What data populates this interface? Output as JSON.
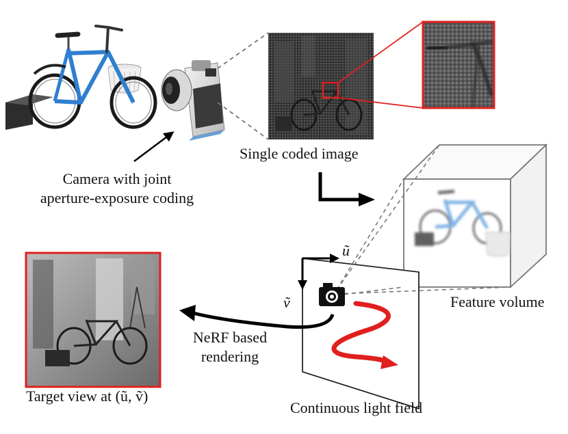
{
  "labels": {
    "coded_image": "Single coded image",
    "camera_line1": "Camera with joint",
    "camera_line2": "aperture-exposure coding",
    "feature_volume": "Feature volume",
    "nerf_line1": "NeRF based",
    "nerf_line2": "rendering",
    "target_view": "Target view at (ũ, ṽ)",
    "light_field": "Continuous light field"
  },
  "axes": {
    "u": "ũ",
    "v": "ṽ"
  },
  "colors": {
    "highlight_red": "#e0201e",
    "bike_blue": "#2f7fd0",
    "arrow_black": "#000000"
  },
  "icons": {
    "bicycle": "bicycle-icon",
    "camera": "camera-icon",
    "small_camera": "camera-icon",
    "basket": "basket-icon"
  }
}
